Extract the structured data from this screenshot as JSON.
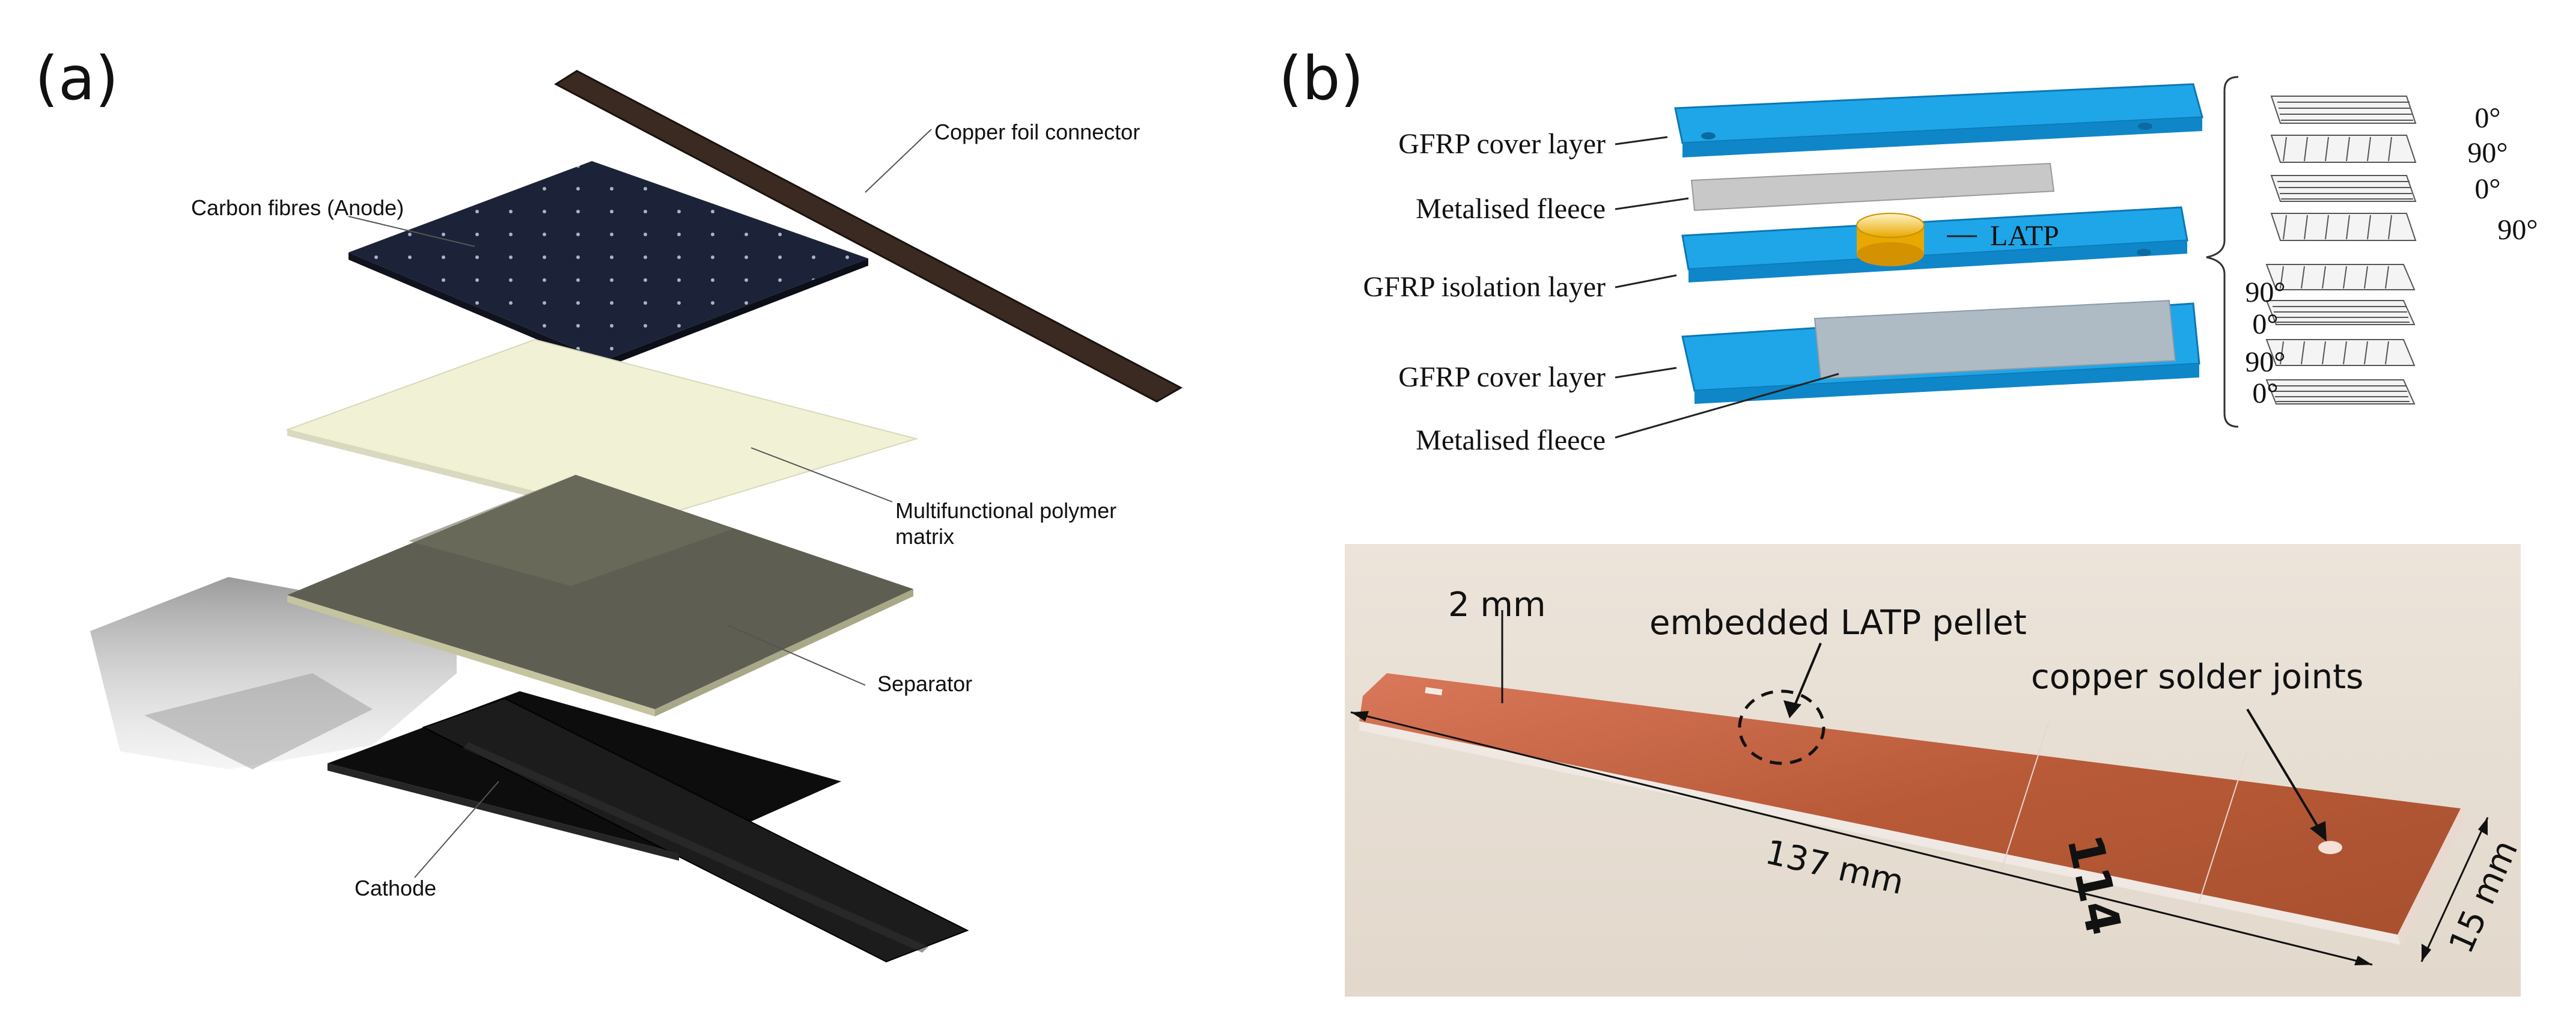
{
  "panel_a": {
    "label": "(a)",
    "labels": {
      "copper": "Copper foil connector",
      "carbon": "Carbon fibres (Anode)",
      "matrix_1": "Multifunctional polymer",
      "matrix_2": "matrix",
      "separator": "Separator",
      "cathode": "Cathode"
    }
  },
  "panel_b": {
    "label": "(b)",
    "layers": {
      "cover_top": "GFRP cover layer",
      "fleece_top": "Metalised fleece",
      "isolation": "GFRP isolation layer",
      "cover_bottom": "GFRP cover layer",
      "fleece_bottom": "Metalised fleece"
    },
    "latp": "LATP",
    "angles": [
      "0°",
      "90°",
      "0°",
      "90°",
      "90°",
      "0°",
      "90°",
      "0°"
    ],
    "photo": {
      "dim_thickness": "2 mm",
      "pellet": "embedded LATP pellet",
      "solder": "copper solder joints",
      "dim_length": "137 mm",
      "dim_width": "15 mm",
      "specimen_mark": "114"
    },
    "colors": {
      "gfrp": "#1fa6e8",
      "fleece": "#c8c8c8",
      "latp": "#f0b400",
      "specimen": "#c8603a"
    }
  }
}
